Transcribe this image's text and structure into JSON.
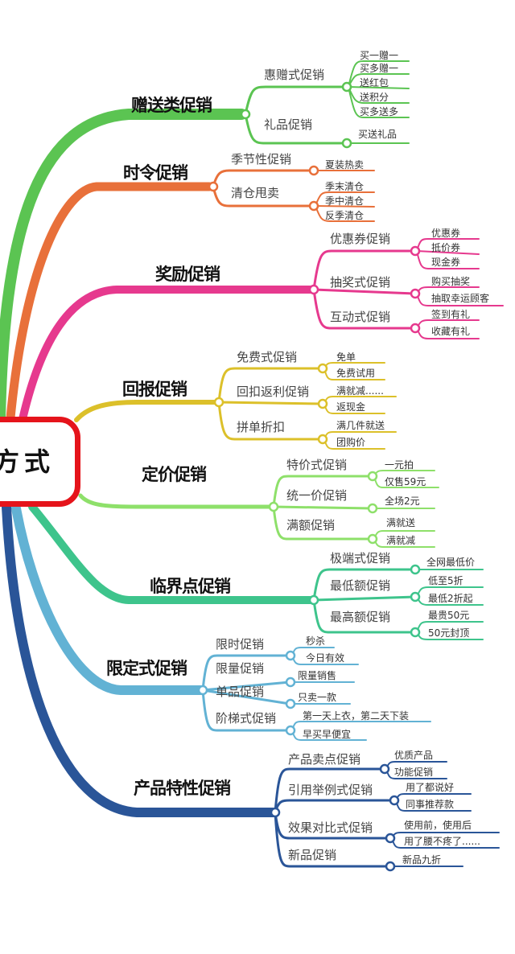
{
  "center": {
    "label": "方式"
  },
  "colors": {
    "gift": "#5bc452",
    "seasonal": "#e8703a",
    "reward": "#e6398e",
    "cashback": "#dcc02a",
    "pricing": "#8ee06a",
    "threshold": "#3ec48c",
    "limited": "#62b2d4",
    "product": "#2a5598",
    "center_border": "#e5141b"
  },
  "branches": [
    {
      "label": "赠送类促销",
      "subs": [
        {
          "label": "惠赠式促销",
          "leaves": [
            "买一赠一",
            "买多赠一",
            "送红包",
            "送积分",
            "买多送多"
          ]
        },
        {
          "label": "礼品促销",
          "leaves": [
            "买送礼品"
          ]
        }
      ]
    },
    {
      "label": "时令促销",
      "subs": [
        {
          "label": "季节性促销",
          "leaves": [
            "夏装热卖"
          ]
        },
        {
          "label": "清仓甩卖",
          "leaves": [
            "季末清仓",
            "季中清仓",
            "反季清仓"
          ]
        }
      ]
    },
    {
      "label": "奖励促销",
      "subs": [
        {
          "label": "优惠券促销",
          "leaves": [
            "优惠券",
            "抵价券",
            "现金券"
          ]
        },
        {
          "label": "抽奖式促销",
          "leaves": [
            "购买抽奖",
            "抽取幸运顾客"
          ]
        },
        {
          "label": "互动式促销",
          "leaves": [
            "签到有礼",
            "收藏有礼"
          ]
        }
      ]
    },
    {
      "label": "回报促销",
      "subs": [
        {
          "label": "免费式促销",
          "leaves": [
            "免单",
            "免费试用"
          ]
        },
        {
          "label": "回扣返利促销",
          "leaves": [
            "满就减......",
            "返现金"
          ]
        },
        {
          "label": "拼单折扣",
          "leaves": [
            "满几件就送",
            "团购价"
          ]
        }
      ]
    },
    {
      "label": "定价促销",
      "subs": [
        {
          "label": "特价式促销",
          "leaves": [
            "一元拍",
            "仅售59元"
          ]
        },
        {
          "label": "统一价促销",
          "leaves": [
            "全场2元"
          ]
        },
        {
          "label": "满额促销",
          "leaves": [
            "满就送",
            "满就减"
          ]
        }
      ]
    },
    {
      "label": "临界点促销",
      "subs": [
        {
          "label": "极端式促销",
          "leaves": [
            "全网最低价"
          ]
        },
        {
          "label": "最低额促销",
          "leaves": [
            "低至5折",
            "最低2折起"
          ]
        },
        {
          "label": "最高额促销",
          "leaves": [
            "最贵50元",
            "50元封顶"
          ]
        }
      ]
    },
    {
      "label": "限定式促销",
      "subs": [
        {
          "label": "限时促销",
          "leaves": [
            "秒杀",
            "今日有效"
          ]
        },
        {
          "label": "限量促销",
          "leaves": [
            "限量销售"
          ]
        },
        {
          "label": "单品促销",
          "leaves": [
            "只卖一款"
          ]
        },
        {
          "label": "阶梯式促销",
          "leaves": [
            "第一天上衣，第二天下装",
            "早买早便宜"
          ]
        }
      ]
    },
    {
      "label": "产品特性促销",
      "subs": [
        {
          "label": "产品卖点促销",
          "leaves": [
            "优质产品",
            "功能促销"
          ]
        },
        {
          "label": "引用举例式促销",
          "leaves": [
            "用了都说好",
            "同事推荐款"
          ]
        },
        {
          "label": "效果对比式促销",
          "leaves": [
            "使用前，使用后",
            "用了腰不疼了......"
          ]
        },
        {
          "label": "新品促销",
          "leaves": [
            "新品九折"
          ]
        }
      ]
    }
  ]
}
